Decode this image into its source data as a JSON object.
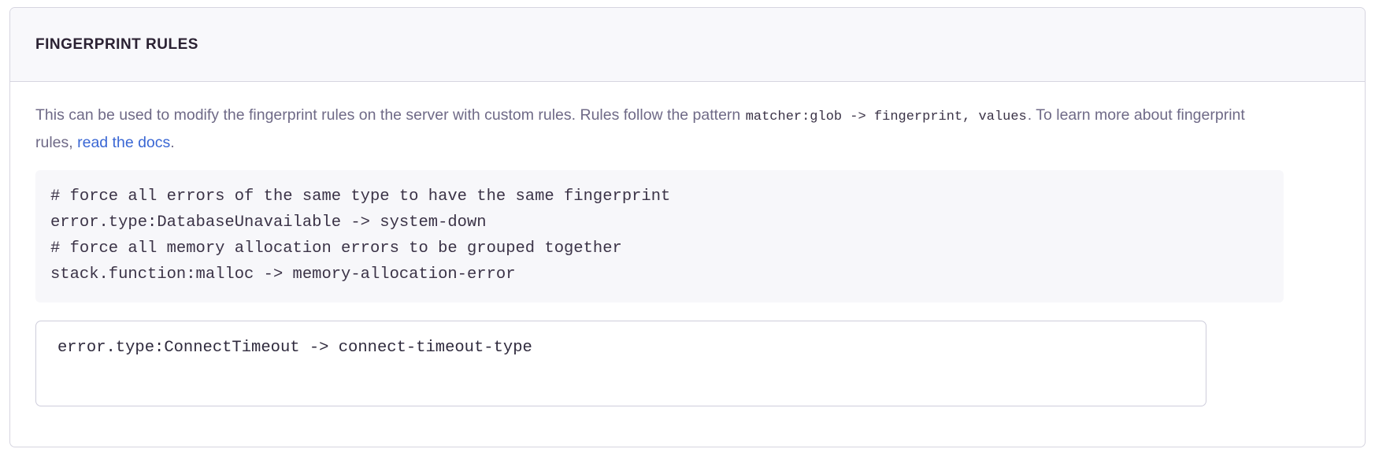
{
  "panel": {
    "title": "Fingerprint Rules",
    "description": {
      "part1": "This can be used to modify the fingerprint rules on the server with custom rules. Rules follow the pattern ",
      "code": "matcher:glob -> fingerprint, values",
      "part2": ". To learn more about fingerprint rules, ",
      "link_label": "read the docs",
      "part3": "."
    },
    "example_code": {
      "lines": [
        "# force all errors of the same type to have the same fingerprint",
        "error.type:DatabaseUnavailable -> system-down",
        "# force all memory allocation errors to be grouped together",
        "stack.function:malloc -> memory-allocation-error"
      ]
    },
    "rules_input": {
      "value": "error.type:ConnectTimeout -> connect-timeout-type",
      "placeholder": "error.type:ConnectTimeout -> connect-timeout-type"
    }
  },
  "colors": {
    "panel_border": "#d6d5e0",
    "header_bg": "#f8f8fb",
    "title_text": "#2b2233",
    "description_text": "#6f6a87",
    "link": "#3a67d4",
    "code_bg": "#f7f7fa",
    "code_text": "#3b3347",
    "input_border": "#cecddb"
  }
}
